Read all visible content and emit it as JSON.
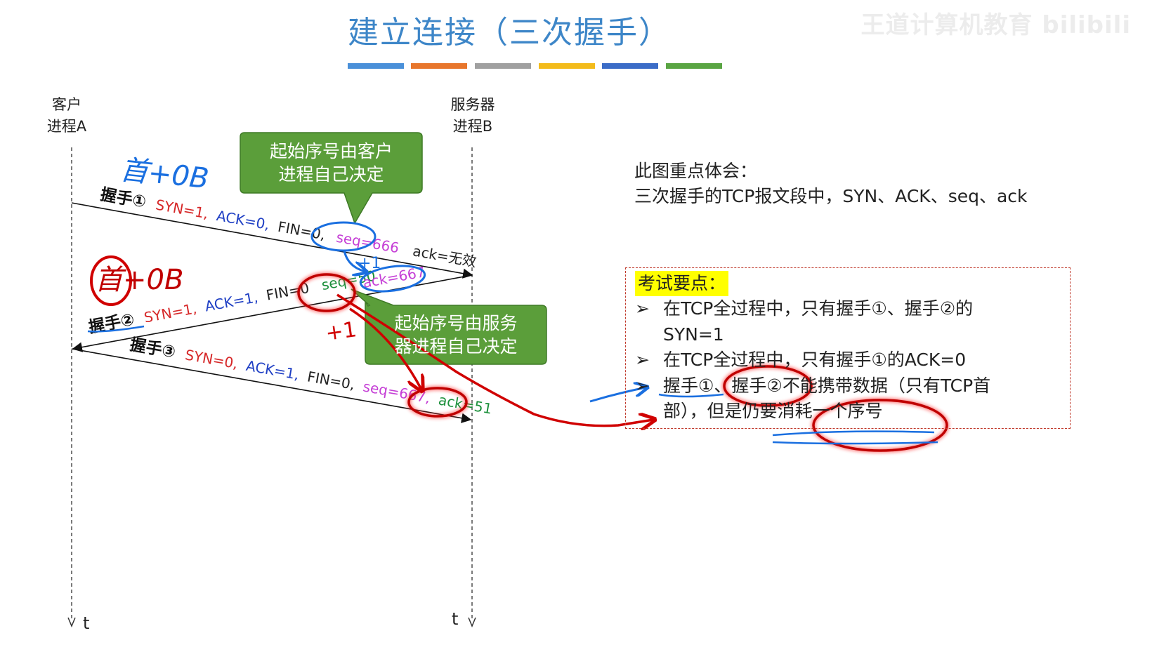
{
  "title": "建立连接（三次握手）",
  "watermark": "王道计算机教育 bilibili",
  "colors": [
    "#4a90d9",
    "#e8762c",
    "#a0a0a0",
    "#f3bb1b",
    "#3b6cc7",
    "#5aa543"
  ],
  "client": {
    "line1": "客户",
    "line2": "进程A"
  },
  "server": {
    "line1": "服务器",
    "line2": "进程B"
  },
  "time_label": "t",
  "handshakes": [
    {
      "label": "握手①",
      "fields": [
        {
          "text": "SYN=1,",
          "color": "#d62728"
        },
        {
          "text": "ACK=0,",
          "color": "#1f3fc4"
        },
        {
          "text": "FIN=0,",
          "color": "#222222"
        },
        {
          "text": "seq=666",
          "color": "#c53fd6"
        },
        {
          "text": "ack=无效",
          "color": "#222222"
        }
      ]
    },
    {
      "label": "握手②",
      "fields": [
        {
          "text": "SYN=1,",
          "color": "#d62728"
        },
        {
          "text": "ACK=1,",
          "color": "#1f3fc4"
        },
        {
          "text": "FIN=0",
          "color": "#222222"
        },
        {
          "text": "seq=50",
          "color": "#1a8f3a"
        },
        {
          "text": "ack=667",
          "color": "#c53fd6"
        }
      ]
    },
    {
      "label": "握手③",
      "fields": [
        {
          "text": "SYN=0,",
          "color": "#d62728"
        },
        {
          "text": "ACK=1,",
          "color": "#1f3fc4"
        },
        {
          "text": "FIN=0,",
          "color": "#222222"
        },
        {
          "text": "seq=667,",
          "color": "#c53fd6"
        },
        {
          "text": "ack=51",
          "color": "#1a8f3a"
        }
      ]
    }
  ],
  "callouts": [
    {
      "line1": "起始序号由客户",
      "line2": "进程自己决定"
    },
    {
      "line1": "起始序号由服务",
      "line2": "器进程自己决定"
    }
  ],
  "annotations": {
    "h1_note": "首+0B",
    "h2_note": "首+0B",
    "plus1_a": "+1",
    "plus1_b": "+1"
  },
  "note": {
    "line1": "此图重点体会：",
    "line2": "三次握手的TCP报文段中，SYN、ACK、seq、ack"
  },
  "exam": {
    "title": "考试要点：",
    "items": [
      "在TCP全过程中，只有握手①、握手②的",
      "SYN=1",
      "在TCP全过程中，只有握手①的ACK=0",
      "握手①、握手②不能携带数据（只有TCP首",
      "部），但是仍要消耗一个序号"
    ]
  }
}
